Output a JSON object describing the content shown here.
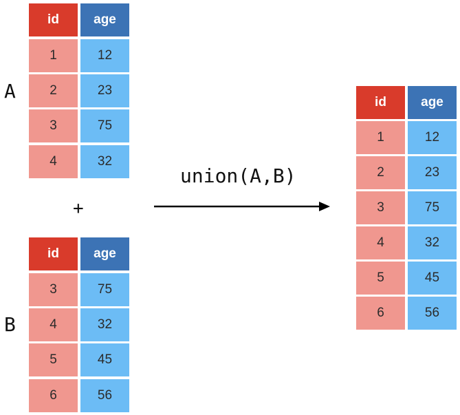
{
  "table_a": {
    "label": "A",
    "headers": [
      "id",
      "age"
    ],
    "rows": [
      [
        "1",
        "12"
      ],
      [
        "2",
        "23"
      ],
      [
        "3",
        "75"
      ],
      [
        "4",
        "32"
      ]
    ]
  },
  "table_b": {
    "label": "B",
    "headers": [
      "id",
      "age"
    ],
    "rows": [
      [
        "3",
        "75"
      ],
      [
        "4",
        "32"
      ],
      [
        "5",
        "45"
      ],
      [
        "6",
        "56"
      ]
    ]
  },
  "operator": "+",
  "operation_label": "union(A,B)",
  "result_table": {
    "headers": [
      "id",
      "age"
    ],
    "rows": [
      [
        "1",
        "12"
      ],
      [
        "2",
        "23"
      ],
      [
        "3",
        "75"
      ],
      [
        "4",
        "32"
      ],
      [
        "5",
        "45"
      ],
      [
        "6",
        "56"
      ]
    ]
  },
  "colors": {
    "id_header": "#d93b2b",
    "age_header": "#3c73b5",
    "id_cell": "#f0978f",
    "age_cell": "#6cbcf5"
  }
}
